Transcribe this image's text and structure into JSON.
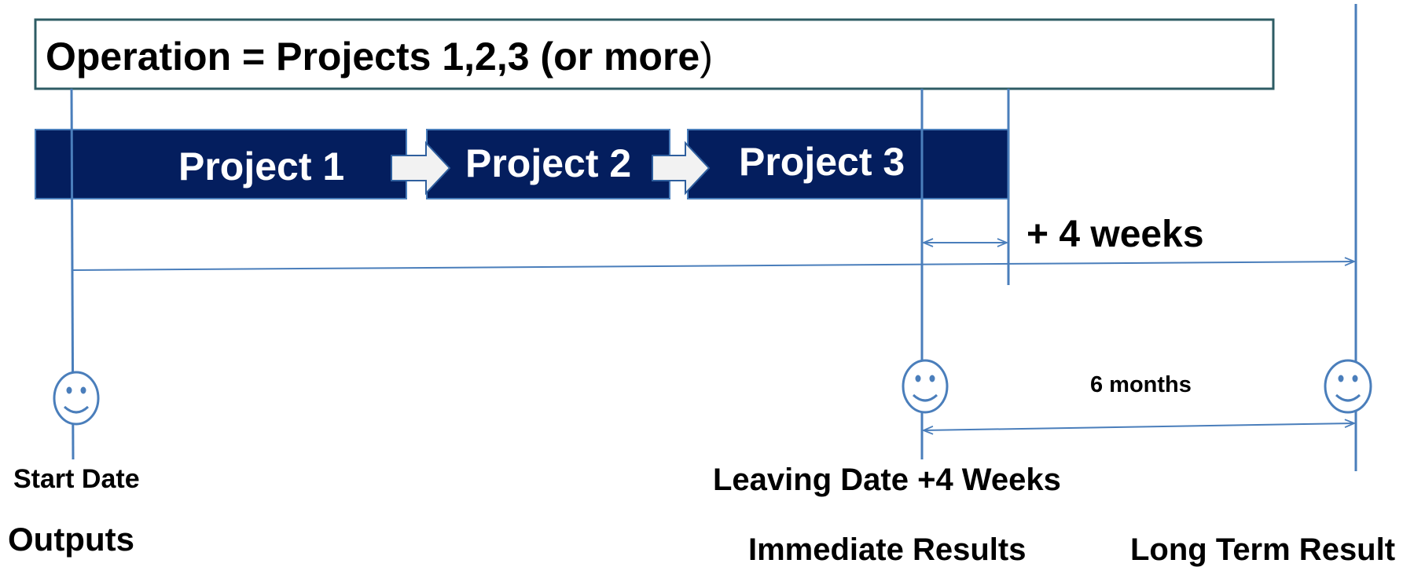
{
  "header": {
    "title": "Operation = Projects 1,2,3 (or more",
    "title_close": ")"
  },
  "projects": [
    {
      "label": "Project 1"
    },
    {
      "label": "Project 2"
    },
    {
      "label": "Project 3"
    }
  ],
  "intervals": {
    "weeks_label": "+ 4 weeks",
    "months_label": "6 months"
  },
  "milestones": {
    "start_label": "Start Date",
    "leaving_label": "Leaving Date +4 Weeks"
  },
  "results": {
    "outputs": "Outputs",
    "immediate": "Immediate Results",
    "long_term": "Long Term Result"
  },
  "icons": {
    "smiley": "smiley-face-icon",
    "arrow": "right-arrow-icon"
  },
  "colors": {
    "project_fill": "#041e5e",
    "line": "#4a7ebb",
    "header_border": "#2e5c64",
    "arrow_fill": "#f2f2f2"
  }
}
